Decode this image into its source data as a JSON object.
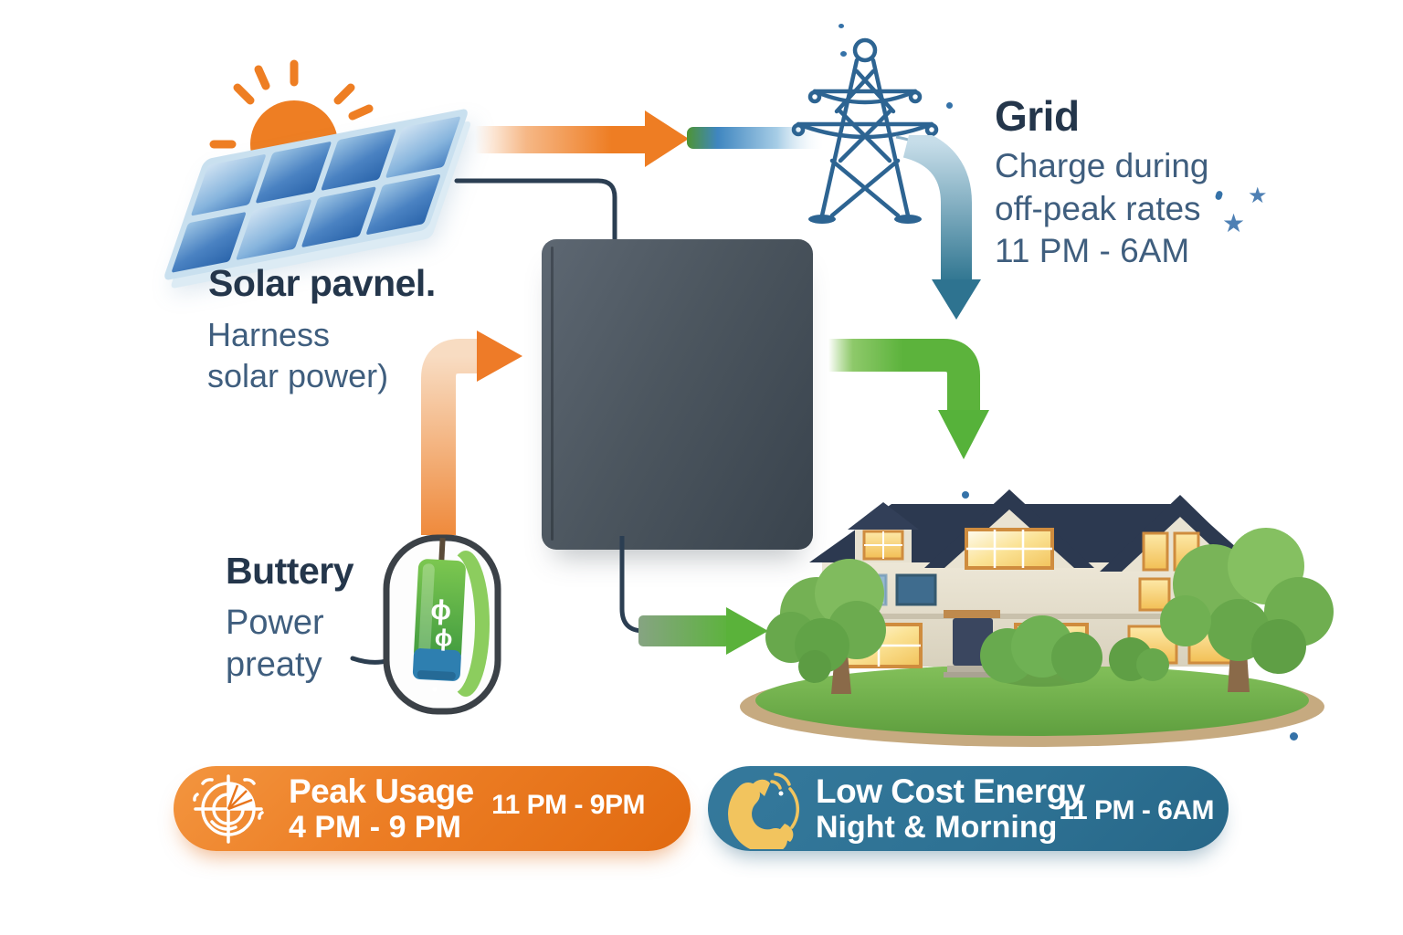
{
  "solar": {
    "title": "Solar pavnel.",
    "line1": "Harness",
    "line2": "solar power)"
  },
  "grid": {
    "title": "Grid",
    "line1": "Charge during",
    "line2": "off-peak rates",
    "line3": "11 PM - 6AM"
  },
  "battery": {
    "title": "Buttery",
    "line1": "Power",
    "line2": "preaty",
    "glyph": "ϕ"
  },
  "pill_peak": {
    "title": "Peak Usage",
    "time": "4 PM - 9 PM",
    "right_time": "11 PM - 9PM"
  },
  "pill_lowcost": {
    "title": "Low Cost Energy",
    "subtitle": "Night & Morning",
    "right_time": "11 PM - 6AM"
  },
  "decor": {
    "star": "★"
  },
  "colors": {
    "accent_orange": "#EE7B28",
    "accent_green": "#5CB33C",
    "accent_teal": "#2F7590",
    "pill_blue": "#2E7294",
    "text_dark": "#24364B",
    "text_blue": "#3F5E7E",
    "phone_yellow": "#F2C45E",
    "roof_navy": "#2C3950"
  }
}
